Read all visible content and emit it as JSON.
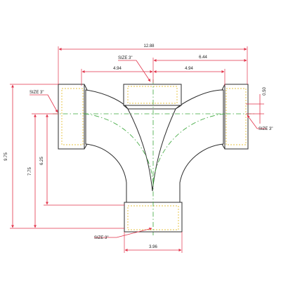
{
  "dimensions": {
    "overall_width": "12.88",
    "right_offset": "6.44",
    "left_spacing": "4.94",
    "right_spacing": "4.94",
    "overall_height": "9.75",
    "hub_to_center": "7.75",
    "hub_height": "6.25",
    "socket_offset": "0.50",
    "bottom_width": "3.96"
  },
  "size_labels": {
    "top": "SIZE 3\"",
    "left": "SIZE 3\"",
    "right": "SIZE 3\"",
    "bottom": "SIZE 3\""
  },
  "colors": {
    "dimension": "#e2334a",
    "outline": "#2c2c2c",
    "centerline": "#3aa63a",
    "socket": "#e0b000"
  }
}
